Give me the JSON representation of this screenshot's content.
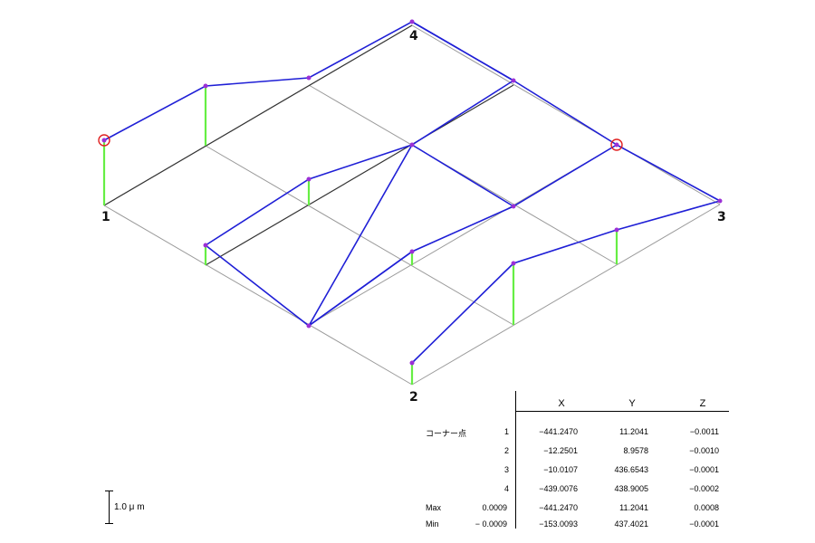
{
  "corners": [
    "1",
    "2",
    "3",
    "4"
  ],
  "colors": {
    "grid": "#9a9a9a",
    "base": "#333333",
    "measured": "#1f1fd6",
    "deflection": "#66ee44",
    "node": "#9b30d6",
    "marker": "#e02020"
  },
  "scale": {
    "label": "1.0 μ m"
  },
  "table": {
    "headers": {
      "x": "X",
      "y": "Y",
      "z": "Z"
    },
    "section_label": "コーナー点",
    "rows": [
      {
        "id": "1",
        "x": "−441.2470",
        "y": "11.2041",
        "z": "−0.0011"
      },
      {
        "id": "2",
        "x": "−12.2501",
        "y": "8.9578",
        "z": "−0.0010"
      },
      {
        "id": "3",
        "x": "−10.0107",
        "y": "436.6543",
        "z": "−0.0001"
      },
      {
        "id": "4",
        "x": "−439.0076",
        "y": "438.9005",
        "z": "−0.0002"
      }
    ],
    "max": {
      "label": "Max",
      "value": "0.0009",
      "x": "−441.2470",
      "y": "11.2041",
      "z": "0.0008"
    },
    "min": {
      "label": "Min",
      "value": "− 0.0009",
      "x": "−153.0093",
      "y": "437.4021",
      "z": "−0.0001"
    }
  }
}
